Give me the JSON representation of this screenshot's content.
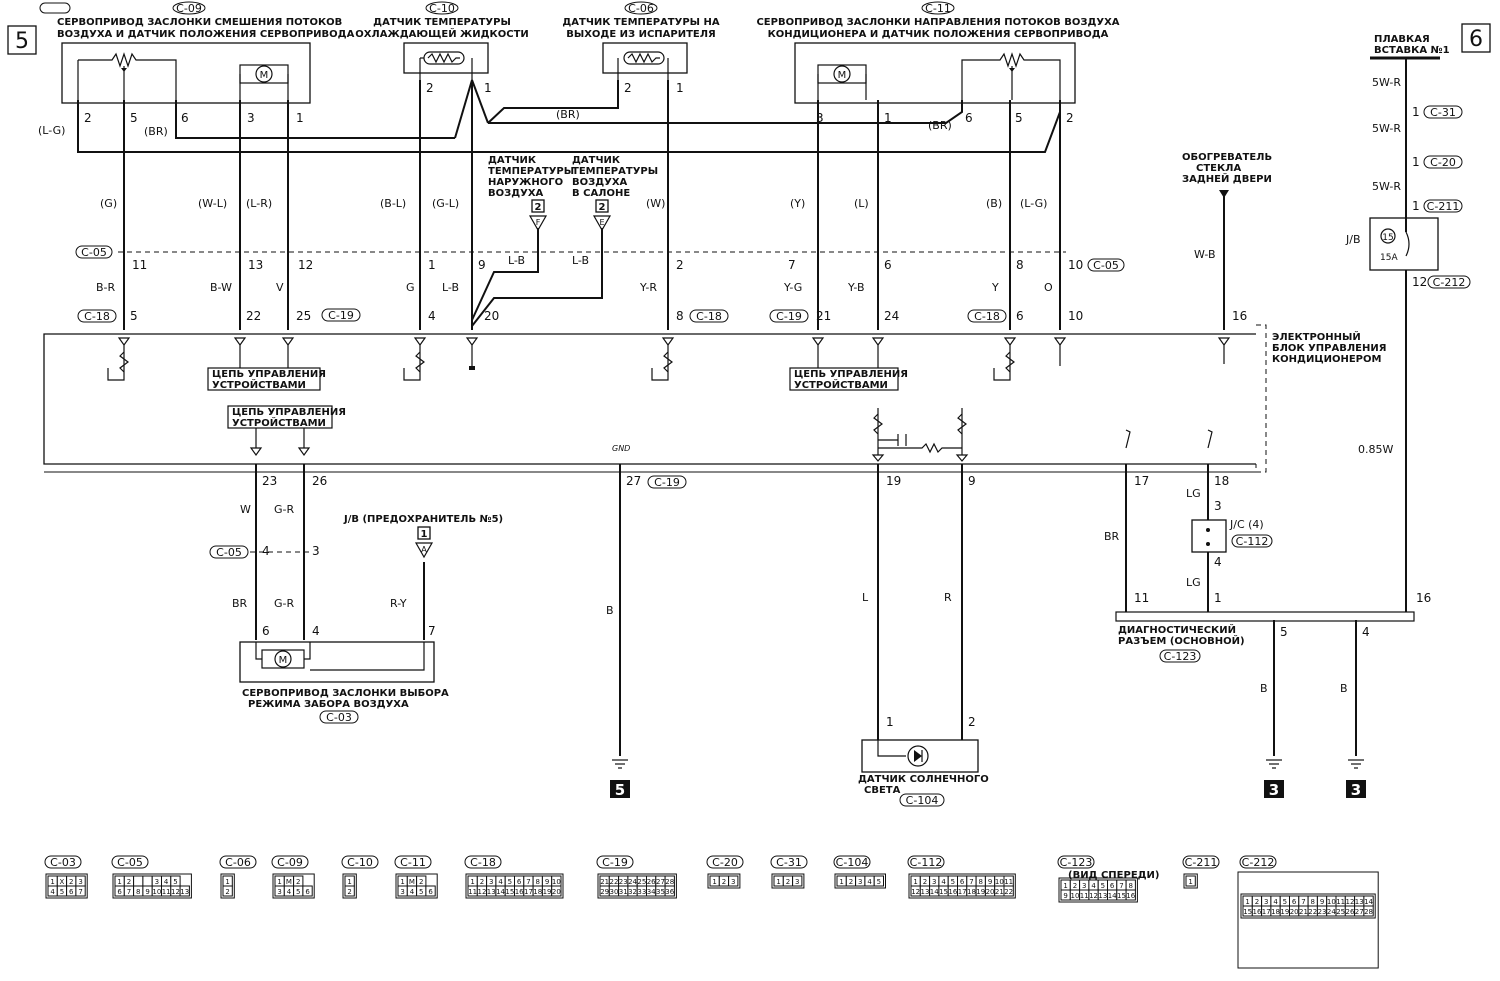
{
  "page": {
    "left_number": "5",
    "right_number": "6"
  },
  "components": {
    "c09": {
      "ref": "C-09",
      "title_l1": "СЕРВОПРИВОД ЗАСЛОНКИ СМЕШЕНИЯ ПОТОКОВ",
      "title_l2": "ВОЗДУХА И ДАТЧИК ПОЛОЖЕНИЯ СЕРВОПРИВОДА",
      "pins": [
        "2",
        "5",
        "6",
        "3",
        "1"
      ]
    },
    "c10": {
      "ref": "C-10",
      "title_l1": "ДАТЧИК ТЕМПЕРАТУРЫ",
      "title_l2": "ОХЛАЖДАЮЩЕЙ ЖИДКОСТИ",
      "pins": [
        "2",
        "1"
      ]
    },
    "c06": {
      "ref": "C-06",
      "title_l1": "ДАТЧИК ТЕМПЕРАТУРЫ НА",
      "title_l2": "ВЫХОДЕ ИЗ ИСПАРИТЕЛЯ",
      "pins": [
        "2",
        "1"
      ]
    },
    "c11": {
      "ref": "C-11",
      "title_l1": "СЕРВОПРИВОД ЗАСЛОНКИ НАПРАВЛЕНИЯ ПОТОКОВ ВОЗДУХА",
      "title_l2": "КОНДИЦИОНЕРА И ДАТЧИК ПОЛОЖЕНИЯ СЕРВОПРИВОДА",
      "pins": [
        "3",
        "1",
        "6",
        "5",
        "2"
      ]
    },
    "fuse_link": {
      "l1": "ПЛАВКАЯ",
      "l2": "ВСТАВКА №1"
    },
    "outside_sensor": {
      "l1": "ДАТЧИК",
      "l2": "ТЕМПЕРАТУРЫ",
      "l3": "НАРУЖНОГО",
      "l4": "ВОЗДУХА",
      "badge": "2",
      "letter": "F"
    },
    "cabin_sensor": {
      "l1": "ДАТЧИК",
      "l2": "ТЕМПЕРАТУРЫ",
      "l3": "ВОЗДУХА",
      "l4": "В САЛОНЕ",
      "badge": "2",
      "letter": "E"
    },
    "rear_heater": {
      "l1": "ОБОГРЕВАТЕЛЬ",
      "l2": "СТЕКЛА",
      "l3": "ЗАДНЕЙ ДВЕРИ"
    },
    "ecu": {
      "l1": "ЭЛЕКТРОННЫЙ",
      "l2": "БЛОК УПРАВЛЕНИЯ",
      "l3": "КОНДИЦИОНЕРОМ",
      "gnd": "GND"
    },
    "drive_ctrl": {
      "l1": "ЦЕПЬ УПРАВЛЕНИЯ",
      "l2": "УСТРОЙСТВАМИ"
    },
    "jb_fuse5": {
      "label": "J/B (ПРЕДОХРАНИТЕЛЬ №5)",
      "badge": "1",
      "letter": "A"
    },
    "c03": {
      "ref": "C-03",
      "l1": "СЕРВОПРИВОД ЗАСЛОНКИ ВЫБОРА",
      "l2": "РЕЖИМА ЗАБОРА ВОЗДУХА",
      "pins": [
        "6",
        "4",
        "7"
      ]
    },
    "sun_sensor": {
      "ref": "C-104",
      "l1": "ДАТЧИК СОЛНЕЧНОГО",
      "l2": "СВЕТА",
      "pins": [
        "1",
        "2"
      ]
    },
    "diag": {
      "ref": "C-123",
      "l1": "ДИАГНОСТИЧЕСКИЙ",
      "l2": "РАЗЪЕМ (ОСНОВНОЙ)",
      "pins": [
        "11",
        "1",
        "5",
        "4",
        "16"
      ]
    },
    "jc4": {
      "label": "J/C (4)",
      "ref": "C-112",
      "pins": [
        "3",
        "4"
      ]
    },
    "jb_fuse15": {
      "label": "J/B",
      "fuse": "15",
      "amps": "15A"
    }
  },
  "connectors": {
    "c05": "C-05",
    "c18": "C-18",
    "c19": "C-19",
    "c31": "C-31",
    "c20": "C-20",
    "c211": "C-211",
    "c212": "C-212"
  },
  "wires": {
    "lg": "(L-G)",
    "br_p": "(BR)",
    "g_p": "(G)",
    "wl_p": "(W-L)",
    "lr_p": "(L-R)",
    "bl_p": "(B-L)",
    "gl_p": "(G-L)",
    "w_p": "(W)",
    "y_p": "(Y)",
    "l_p": "(L)",
    "b_p": "(B)",
    "br": "B-R",
    "bw": "B-W",
    "v": "V",
    "g": "G",
    "lb": "L-B",
    "yr": "Y-R",
    "yg": "Y-G",
    "yb": "Y-B",
    "y": "Y",
    "o": "O",
    "wb": "W-B",
    "w5r": "5W-R",
    "w085": "0.85W",
    "w": "W",
    "gr": "G-R",
    "brr": "BR",
    "ry": "R-Y",
    "b": "B",
    "l": "L",
    "r": "R",
    "lg2": "LG"
  },
  "pins_c05_top": [
    "11",
    "13",
    "12",
    "1",
    "9",
    "2",
    "7",
    "6",
    "8",
    "10"
  ],
  "pins_ecu_top": [
    "5",
    "22",
    "25",
    "4",
    "20",
    "8",
    "21",
    "24",
    "6",
    "10",
    "16"
  ],
  "pins_ecu_bottom": [
    "23",
    "26",
    "27",
    "19",
    "9",
    "17",
    "18"
  ],
  "pins_c05_bottom": [
    "4",
    "3"
  ],
  "pins_right": [
    "1",
    "1",
    "1",
    "12",
    "16"
  ],
  "grounds": [
    "5",
    "3",
    "3"
  ],
  "front_view": "(ВИД СПЕРЕДИ)",
  "thumbnails": [
    {
      "ref": "C-03",
      "rows": [
        [
          "1",
          "X",
          "2",
          "3"
        ],
        [
          "4",
          "5",
          "6",
          "7"
        ]
      ]
    },
    {
      "ref": "C-05",
      "rows": [
        [
          "1",
          "2",
          "",
          "",
          "3",
          "4",
          "5"
        ],
        [
          "6",
          "7",
          "8",
          "9",
          "10",
          "11",
          "12",
          "13"
        ]
      ]
    },
    {
      "ref": "C-06",
      "rows": [
        [
          "1"
        ],
        [
          "2"
        ]
      ]
    },
    {
      "ref": "C-09",
      "rows": [
        [
          "1",
          "M",
          "2"
        ],
        [
          "3",
          "4",
          "5",
          "6"
        ]
      ]
    },
    {
      "ref": "C-10",
      "rows": [
        [
          "1"
        ],
        [
          "2"
        ]
      ]
    },
    {
      "ref": "C-11",
      "rows": [
        [
          "1",
          "M",
          "2"
        ],
        [
          "3",
          "4",
          "5",
          "6"
        ]
      ]
    },
    {
      "ref": "C-18",
      "rows": [
        [
          "1",
          "2",
          "3",
          "4",
          "5",
          "6",
          "7",
          "8",
          "9",
          "10"
        ],
        [
          "11",
          "12",
          "13",
          "14",
          "15",
          "16",
          "17",
          "18",
          "19",
          "20"
        ]
      ]
    },
    {
      "ref": "C-19",
      "rows": [
        [
          "21",
          "22",
          "23",
          "24",
          "25",
          "26",
          "27",
          "28"
        ],
        [
          "29",
          "30",
          "31",
          "32",
          "33",
          "34",
          "35",
          "36"
        ]
      ]
    },
    {
      "ref": "C-20",
      "rows": [
        [
          "1",
          "2",
          "3"
        ]
      ]
    },
    {
      "ref": "C-31",
      "rows": [
        [
          "1",
          "2",
          "3"
        ]
      ]
    },
    {
      "ref": "C-104",
      "rows": [
        [
          "1",
          "2",
          "3",
          "4",
          "5"
        ]
      ]
    },
    {
      "ref": "C-112",
      "rows": [
        [
          "1",
          "2",
          "3",
          "4",
          "5",
          "6",
          "7",
          "8",
          "9",
          "10",
          "11"
        ],
        [
          "12",
          "13",
          "14",
          "15",
          "16",
          "17",
          "18",
          "19",
          "20",
          "21",
          "22"
        ]
      ]
    },
    {
      "ref": "C-123",
      "rows": [
        [
          "1",
          "2",
          "3",
          "4",
          "5",
          "6",
          "7",
          "8"
        ],
        [
          "9",
          "10",
          "11",
          "12",
          "13",
          "14",
          "15",
          "16"
        ]
      ]
    },
    {
      "ref": "C-211",
      "rows": [
        [
          "1"
        ]
      ]
    },
    {
      "ref": "C-212",
      "rows": [
        [
          "1",
          "2",
          "3",
          "4",
          "5",
          "6",
          "7",
          "8",
          "9",
          "10",
          "11",
          "12",
          "13",
          "14"
        ],
        [
          "15",
          "16",
          "17",
          "18",
          "19",
          "20",
          "21",
          "22",
          "23",
          "24",
          "25",
          "26",
          "27",
          "28"
        ]
      ]
    }
  ]
}
